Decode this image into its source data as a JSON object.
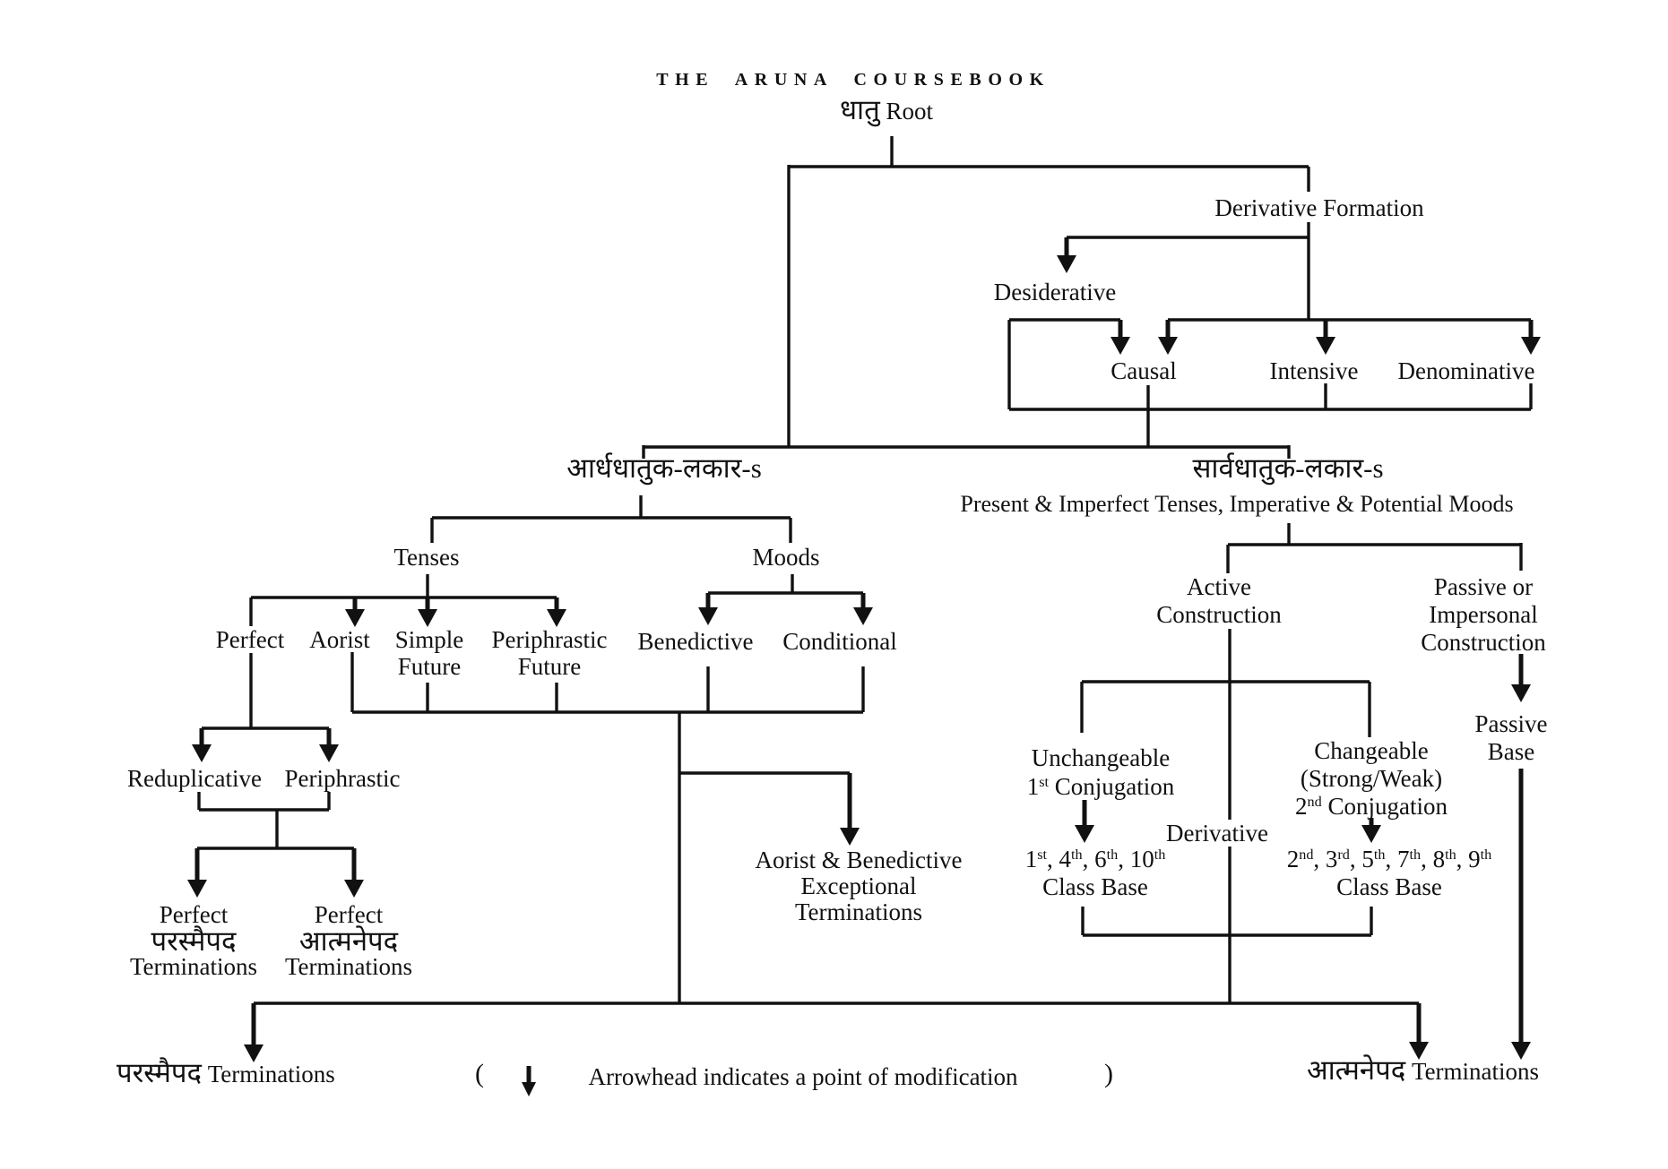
{
  "title": "THE ARUNA COURSEBOOK",
  "nodes": {
    "root_dev": "धातु",
    "root_en": "Root",
    "derivative_formation": "Derivative Formation",
    "desiderative": "Desiderative",
    "causal": "Causal",
    "intensive": "Intensive",
    "denominative": "Denominative",
    "ardhadhatuka": "आर्धधातुक-लकार-s",
    "sarvadhatuka": "सार्वधातुक-लकार-s",
    "sarvadhatuka_subtitle": "Present & Imperfect Tenses, Imperative & Potential Moods",
    "tenses": "Tenses",
    "moods": "Moods",
    "perfect": "Perfect",
    "aorist": "Aorist",
    "simple_future_1": "Simple",
    "simple_future_2": "Future",
    "periphrastic_future_1": "Periphrastic",
    "periphrastic_future_2": "Future",
    "benedictive": "Benedictive",
    "conditional": "Conditional",
    "active_construction_1": "Active",
    "active_construction_2": "Construction",
    "passive_impersonal_1": "Passive or",
    "passive_impersonal_2": "Impersonal",
    "passive_impersonal_3": "Construction",
    "reduplicative": "Reduplicative",
    "periphrastic": "Periphrastic",
    "unchangeable_1": "Unchangeable",
    "unchangeable_2": "1st Conjugation",
    "changeable_1": "Changeable",
    "changeable_2": "(Strong/Weak)",
    "changeable_3": "2nd Conjugation",
    "passive_base_1": "Passive",
    "passive_base_2": "Base",
    "derivative": "Derivative",
    "class_base_a_1": "1st, 4th, 6th, 10th",
    "class_base_a_2": "Class Base",
    "class_base_b_1": "2nd, 3rd, 5th, 7th, 8th, 9th",
    "class_base_b_2": "Class Base",
    "perfect_parasmai_1": "Perfect",
    "perfect_parasmai_2": "परस्मैपद",
    "perfect_parasmai_3": "Terminations",
    "perfect_atmane_1": "Perfect",
    "perfect_atmane_2": "आत्मनेपद",
    "perfect_atmane_3": "Terminations",
    "aorist_benedictive_1": "Aorist & Benedictive",
    "aorist_benedictive_2": "Exceptional",
    "aorist_benedictive_3": "Terminations",
    "parasmaipada_dev": "परस्मैपद",
    "parasmaipada_label": "Terminations",
    "atmanepada_dev": "आत्मनेपद",
    "atmanepada_label": "Terminations"
  },
  "legend": {
    "open_paren": "(",
    "close_paren": ")",
    "text": "Arrowhead indicates a point of modification"
  },
  "colors": {
    "line": "#111111",
    "background": "#ffffff",
    "text": "#111111"
  }
}
